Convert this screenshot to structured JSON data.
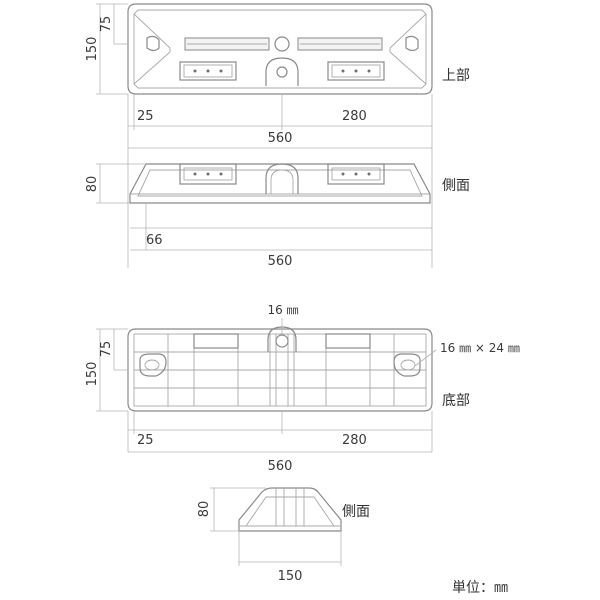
{
  "views": {
    "top": {
      "label": "上部"
    },
    "side": {
      "label": "側面"
    },
    "bottom": {
      "label": "底部"
    },
    "end_side": {
      "label": "側面"
    }
  },
  "dimensions": {
    "top": {
      "height_full": "150",
      "height_half": "75",
      "offset": "25",
      "center": "280",
      "length": "560"
    },
    "side": {
      "height": "80",
      "offset": "66",
      "length": "560"
    },
    "bottom": {
      "height_full": "150",
      "height_half": "75",
      "offset": "25",
      "center": "280",
      "length": "560",
      "hole_round": "16 ㎜",
      "hole_slot": "16 ㎜ × 24 ㎜"
    },
    "end_side": {
      "height": "80",
      "width": "150"
    }
  },
  "unit_note": "単位：㎜"
}
